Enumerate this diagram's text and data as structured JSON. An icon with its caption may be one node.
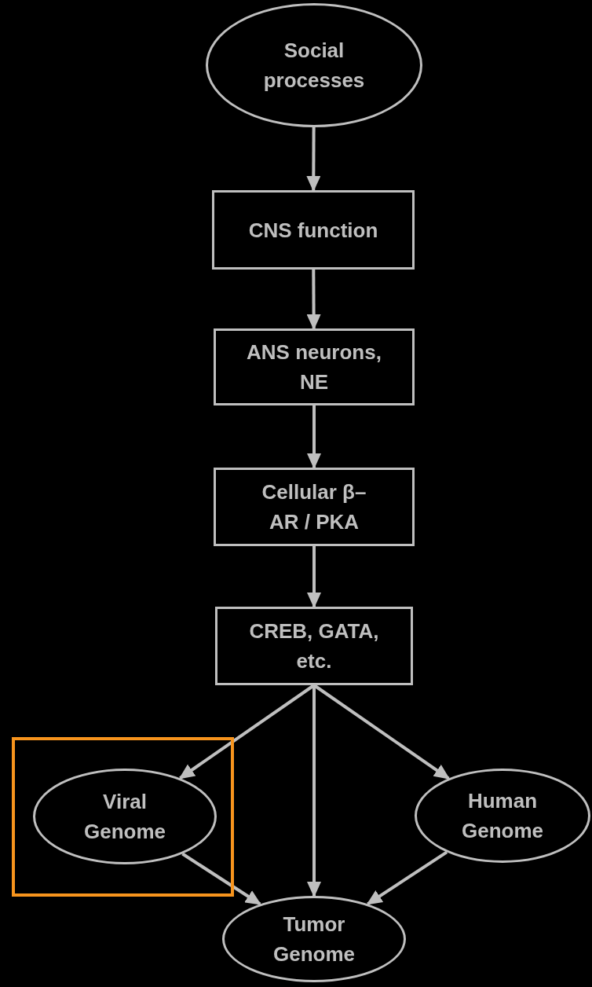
{
  "diagram": {
    "nodes": [
      {
        "text": [
          "Social processes"
        ]
      },
      {
        "text": [
          "CNS function"
        ]
      },
      {
        "text": [
          "ANS neurons, NE"
        ]
      },
      {
        "text": [
          "Cellular β–AR / PKA"
        ]
      },
      {
        "text": [
          "CREB, GATA, etc."
        ]
      },
      {
        "text": [],
        "shape": "box"
      },
      {
        "text": [
          "Viral Genome"
        ],
        "in": 5
      },
      {
        "text": [
          "Human Genome"
        ]
      },
      {
        "text": [
          "Tumor Genome"
        ]
      }
    ],
    "edges": [
      {
        "from": 0,
        "to": 1,
        "arrow": "to"
      },
      {
        "from": 1,
        "to": 2,
        "arrow": "to"
      },
      {
        "from": 2,
        "to": 3,
        "arrow": "to"
      },
      {
        "from": 3,
        "to": 4,
        "arrow": "to"
      },
      {
        "from": 4,
        "to": 6,
        "arrow": "to"
      },
      {
        "from": 4,
        "to": 8,
        "arrow": "to"
      },
      {
        "from": 4,
        "to": 7,
        "arrow": "to"
      },
      {
        "from": 6,
        "to": 8,
        "arrow": "to"
      },
      {
        "from": 7,
        "to": 8,
        "arrow": "to"
      }
    ]
  }
}
